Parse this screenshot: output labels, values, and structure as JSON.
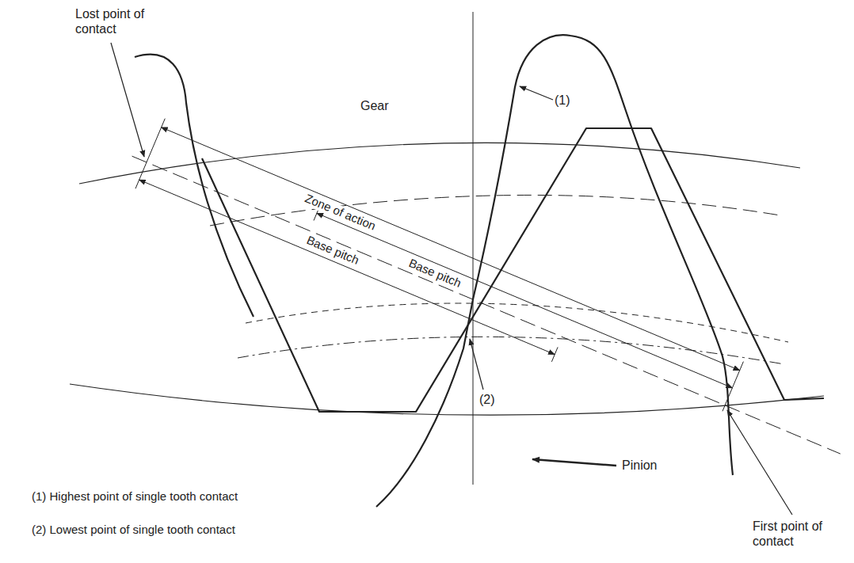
{
  "diagram": {
    "labels": [
      "Lost point of contact",
      "Gear",
      "Zone of action",
      "Base pitch",
      "Base pitch",
      "(1)",
      "(2)",
      "Pinion",
      "(1) Highest point of single tooth contact",
      "(2) Lowest point of single tooth contact",
      "First point of contact"
    ]
  }
}
